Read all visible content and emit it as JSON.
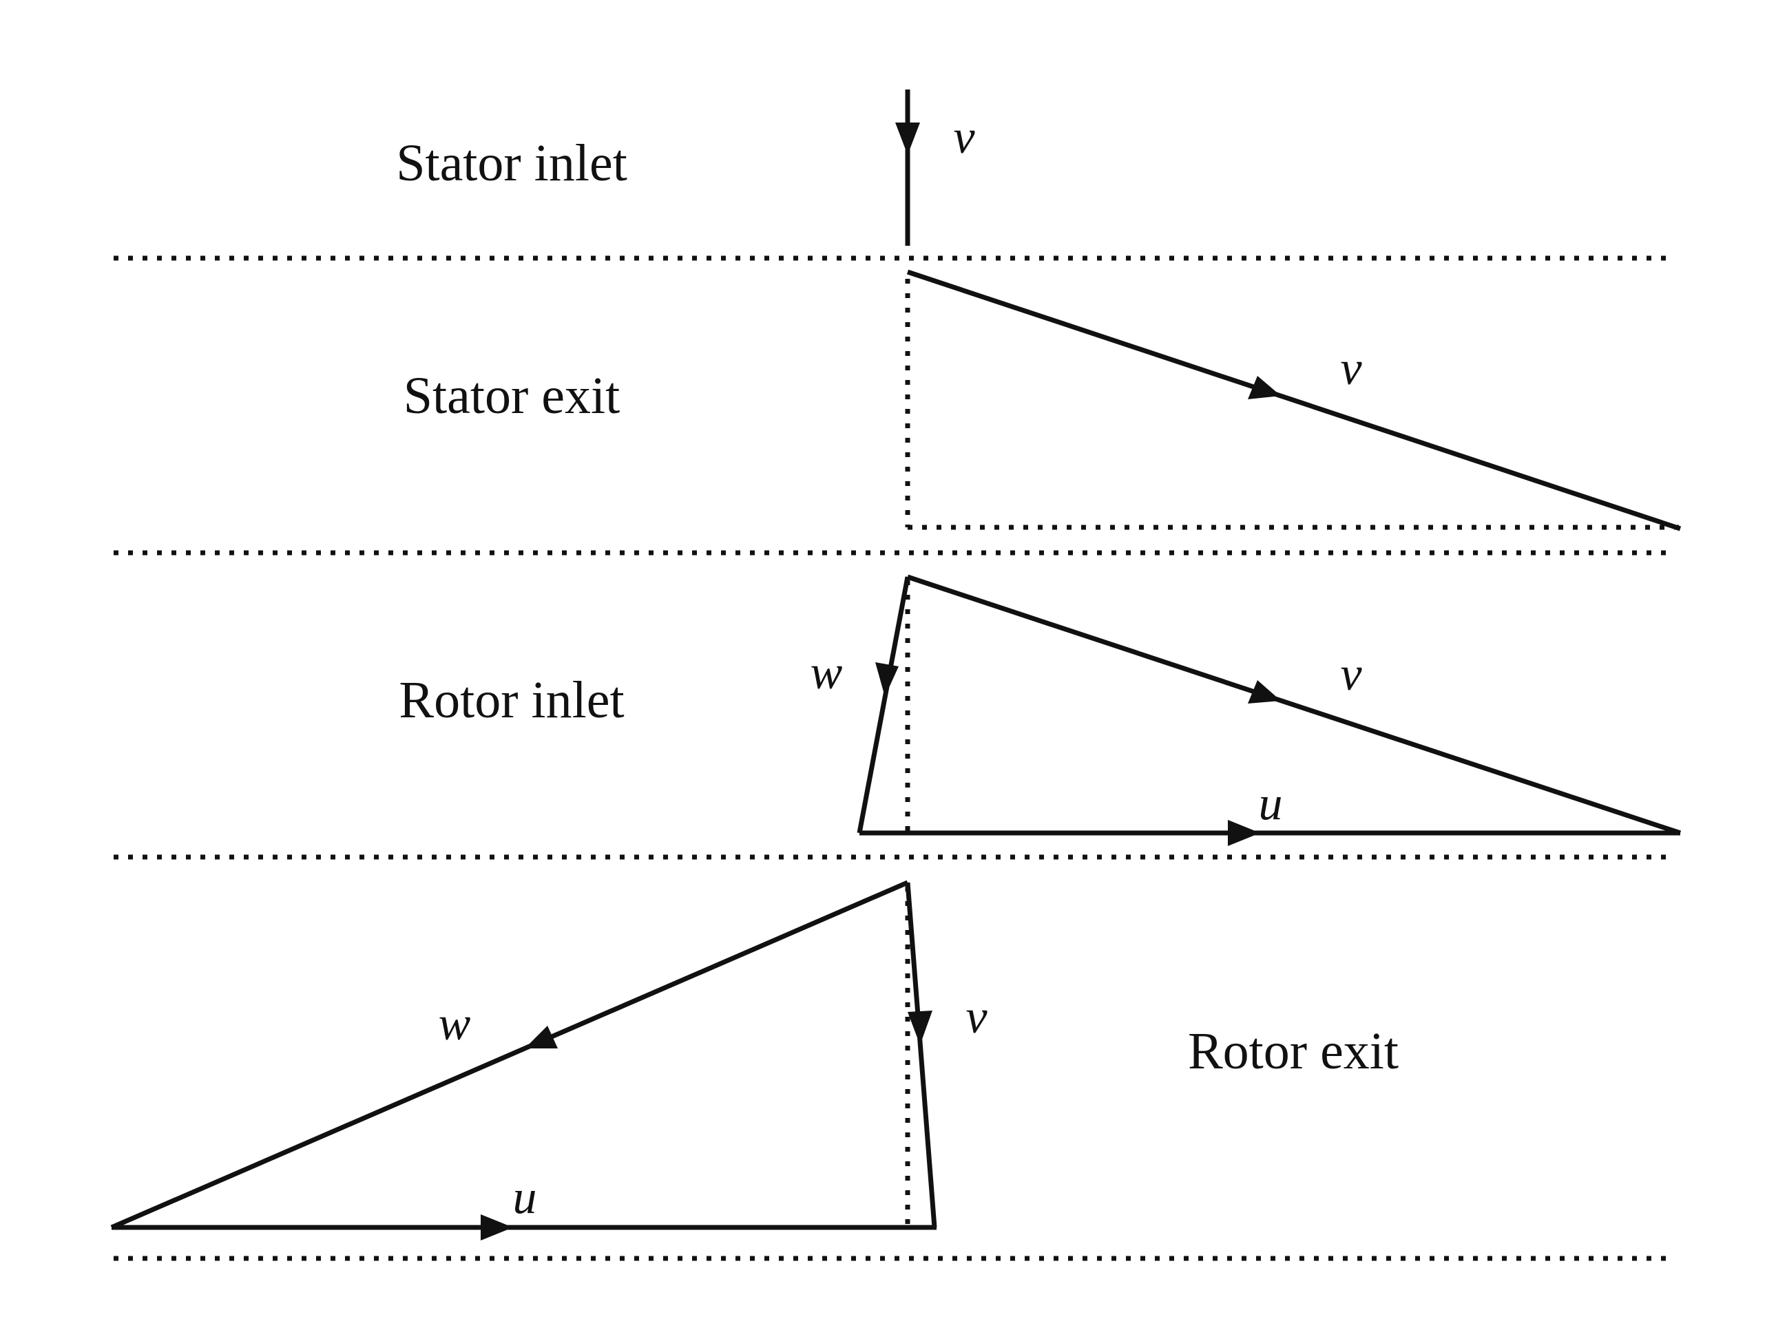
{
  "sections": {
    "stator_inlet": "Stator inlet",
    "stator_exit": "Stator exit",
    "rotor_inlet": "Rotor inlet",
    "rotor_exit": "Rotor exit"
  },
  "vectors": {
    "stator_inlet_v": "v",
    "stator_exit_v": "v",
    "rotor_inlet_w": "w",
    "rotor_inlet_v": "v",
    "rotor_inlet_u": "u",
    "rotor_exit_w": "w",
    "rotor_exit_v": "v",
    "rotor_exit_u": "u"
  }
}
